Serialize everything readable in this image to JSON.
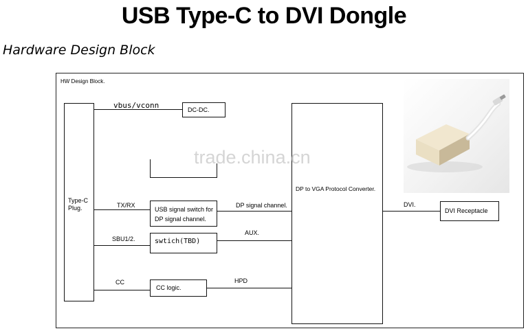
{
  "title": "USB Type-C to DVI Dongle",
  "subtitle": "Hardware Design Block",
  "frame_label": "HW Design Block.",
  "blocks": {
    "type_c_plug": "Type-C Plug.",
    "dc_dc": "DC-DC.",
    "usb_switch_line1": "USB signal switch for",
    "usb_switch_line2": "DP signal channel.",
    "swtich": "swtich(TBD)",
    "cc_logic": "CC logic.",
    "dp_vga": "DP to VGA Protocol Converter.",
    "dvi_receptacle": "DVI Receptacle"
  },
  "signals": {
    "vbus": "vbus/vconn",
    "tx_rx": "TX/RX",
    "sbu": "SBU1/2.",
    "cc": "CC",
    "dp_channel": "DP signal channel.",
    "aux": "AUX.",
    "hpd": "HPD",
    "dvi": "DVI."
  },
  "watermark": "trade.china.cn"
}
